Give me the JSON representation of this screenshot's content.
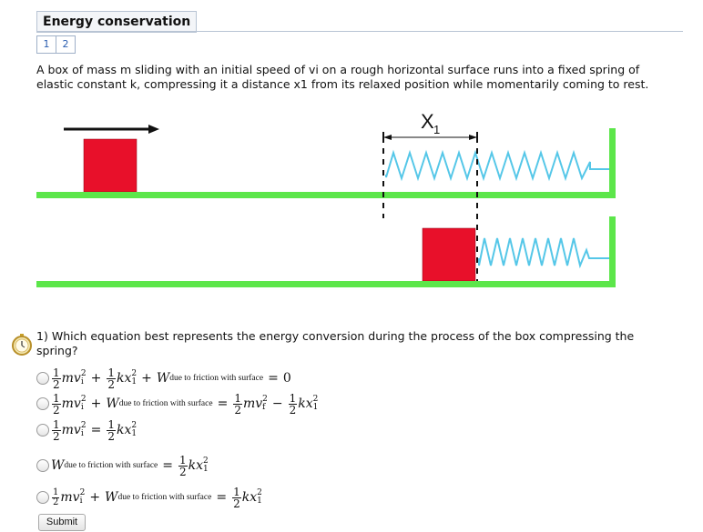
{
  "header": {
    "title": "Energy conservation",
    "pages": [
      "1",
      "2"
    ]
  },
  "problem": {
    "text": "A box of mass m sliding with an initial speed of vi on a rough horizontal surface runs into a fixed spring of elastic constant k, compressing it a distance x1 from its relaxed position while momentarily coming to rest."
  },
  "diagram": {
    "distance_label": "X",
    "distance_subscript": "1"
  },
  "question": {
    "number": "1)",
    "text": "Which equation best represents the energy conversion during the process of the box compressing the spring?"
  },
  "options": [
    {
      "id": "a",
      "equation": "1/2 m vi^2 + 1/2 k x1^2 + W_due to friction with surface = 0"
    },
    {
      "id": "b",
      "equation": "1/2 m vi^2 + W_due to friction with surface = 1/2 m vf^2 - 1/2 k x1^2"
    },
    {
      "id": "c",
      "equation": "1/2 m vi^2 = 1/2 k x1^2"
    },
    {
      "id": "d",
      "equation": "W_due to friction with surface = 1/2 k x1^2"
    },
    {
      "id": "e",
      "equation": "1/2 m vi^2 + W_due to friction with surface = 1/2 k x1^2"
    }
  ],
  "math_text": {
    "half": "1",
    "two": "2",
    "m": "m",
    "v": "v",
    "k": "k",
    "x": "x",
    "i": "i",
    "f": "f",
    "one": "1",
    "sq": "2",
    "W": "W",
    "friction": "due to friction with surface",
    "plus": "+",
    "minus": "−",
    "equals": "=",
    "zero": "0"
  },
  "submit_label": "Submit",
  "colors": {
    "box": "#e8102a",
    "ground": "#5ce64a",
    "spring": "#55c7e8",
    "wall": "#5ce64a"
  }
}
